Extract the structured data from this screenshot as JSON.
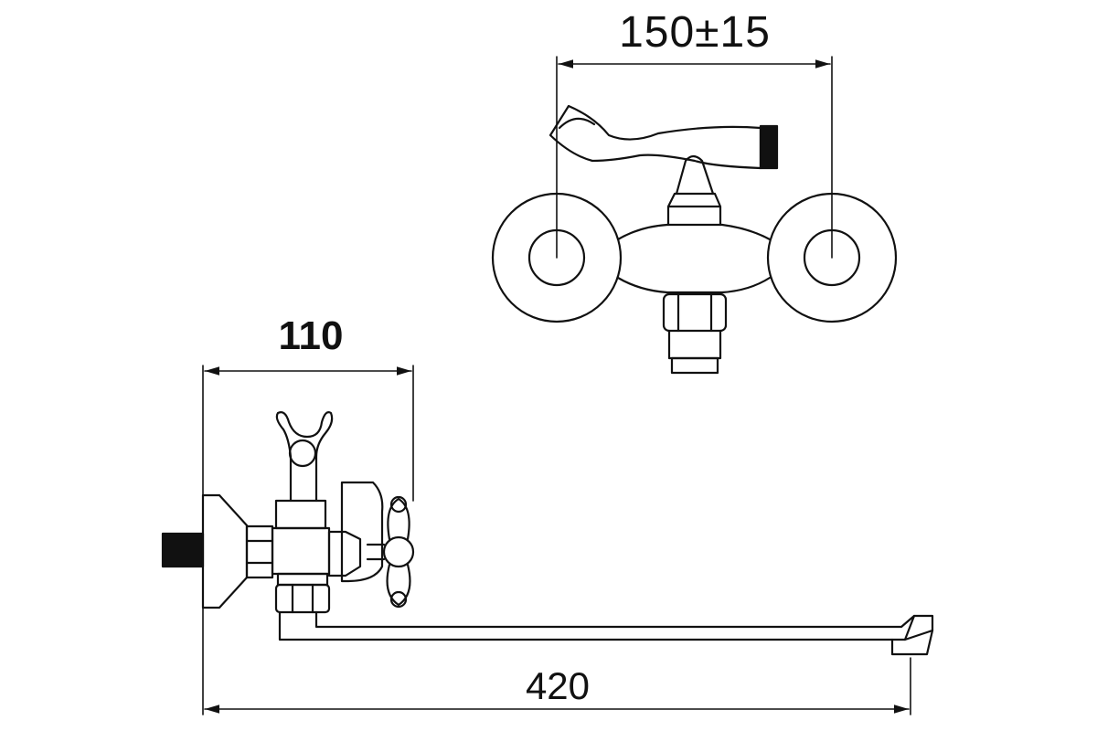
{
  "dimensions": {
    "top_spacing": "150±15",
    "side_depth": "110",
    "spout_length": "420"
  },
  "colors": {
    "line": "#111111",
    "background": "#ffffff"
  }
}
